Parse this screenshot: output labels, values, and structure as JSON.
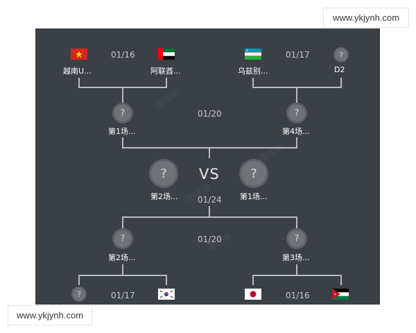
{
  "watermark": {
    "top": "www.ykjynh.com",
    "bottom": "www.ykjynh.com"
  },
  "round_of_16": {
    "top_left": {
      "date": "01/16",
      "team_a": "越南U...",
      "team_b": "阿联酋..."
    },
    "top_right": {
      "date": "01/17",
      "team_a": "乌兹别...",
      "team_b": "D2"
    },
    "bottom_left": {
      "date": "01/17"
    },
    "bottom_right": {
      "date": "01/16"
    }
  },
  "quarter_finals": {
    "top": {
      "date": "01/20",
      "left_label": "第1场...",
      "right_label": "第4场..."
    },
    "bottom": {
      "date": "01/20",
      "left_label": "第2场...",
      "right_label": "第3场..."
    }
  },
  "semi_final": {
    "vs": "VS",
    "date": "01/24",
    "left_label": "第2场...",
    "right_label": "第1场..."
  },
  "placeholder": "?",
  "background_watermark": "懂球帝",
  "colors": {
    "panel": "#3a4046",
    "line": "#b9bcbf",
    "vietnam_red": "#da251d",
    "uae_green": "#00732f",
    "uae_red": "#ff0000"
  }
}
